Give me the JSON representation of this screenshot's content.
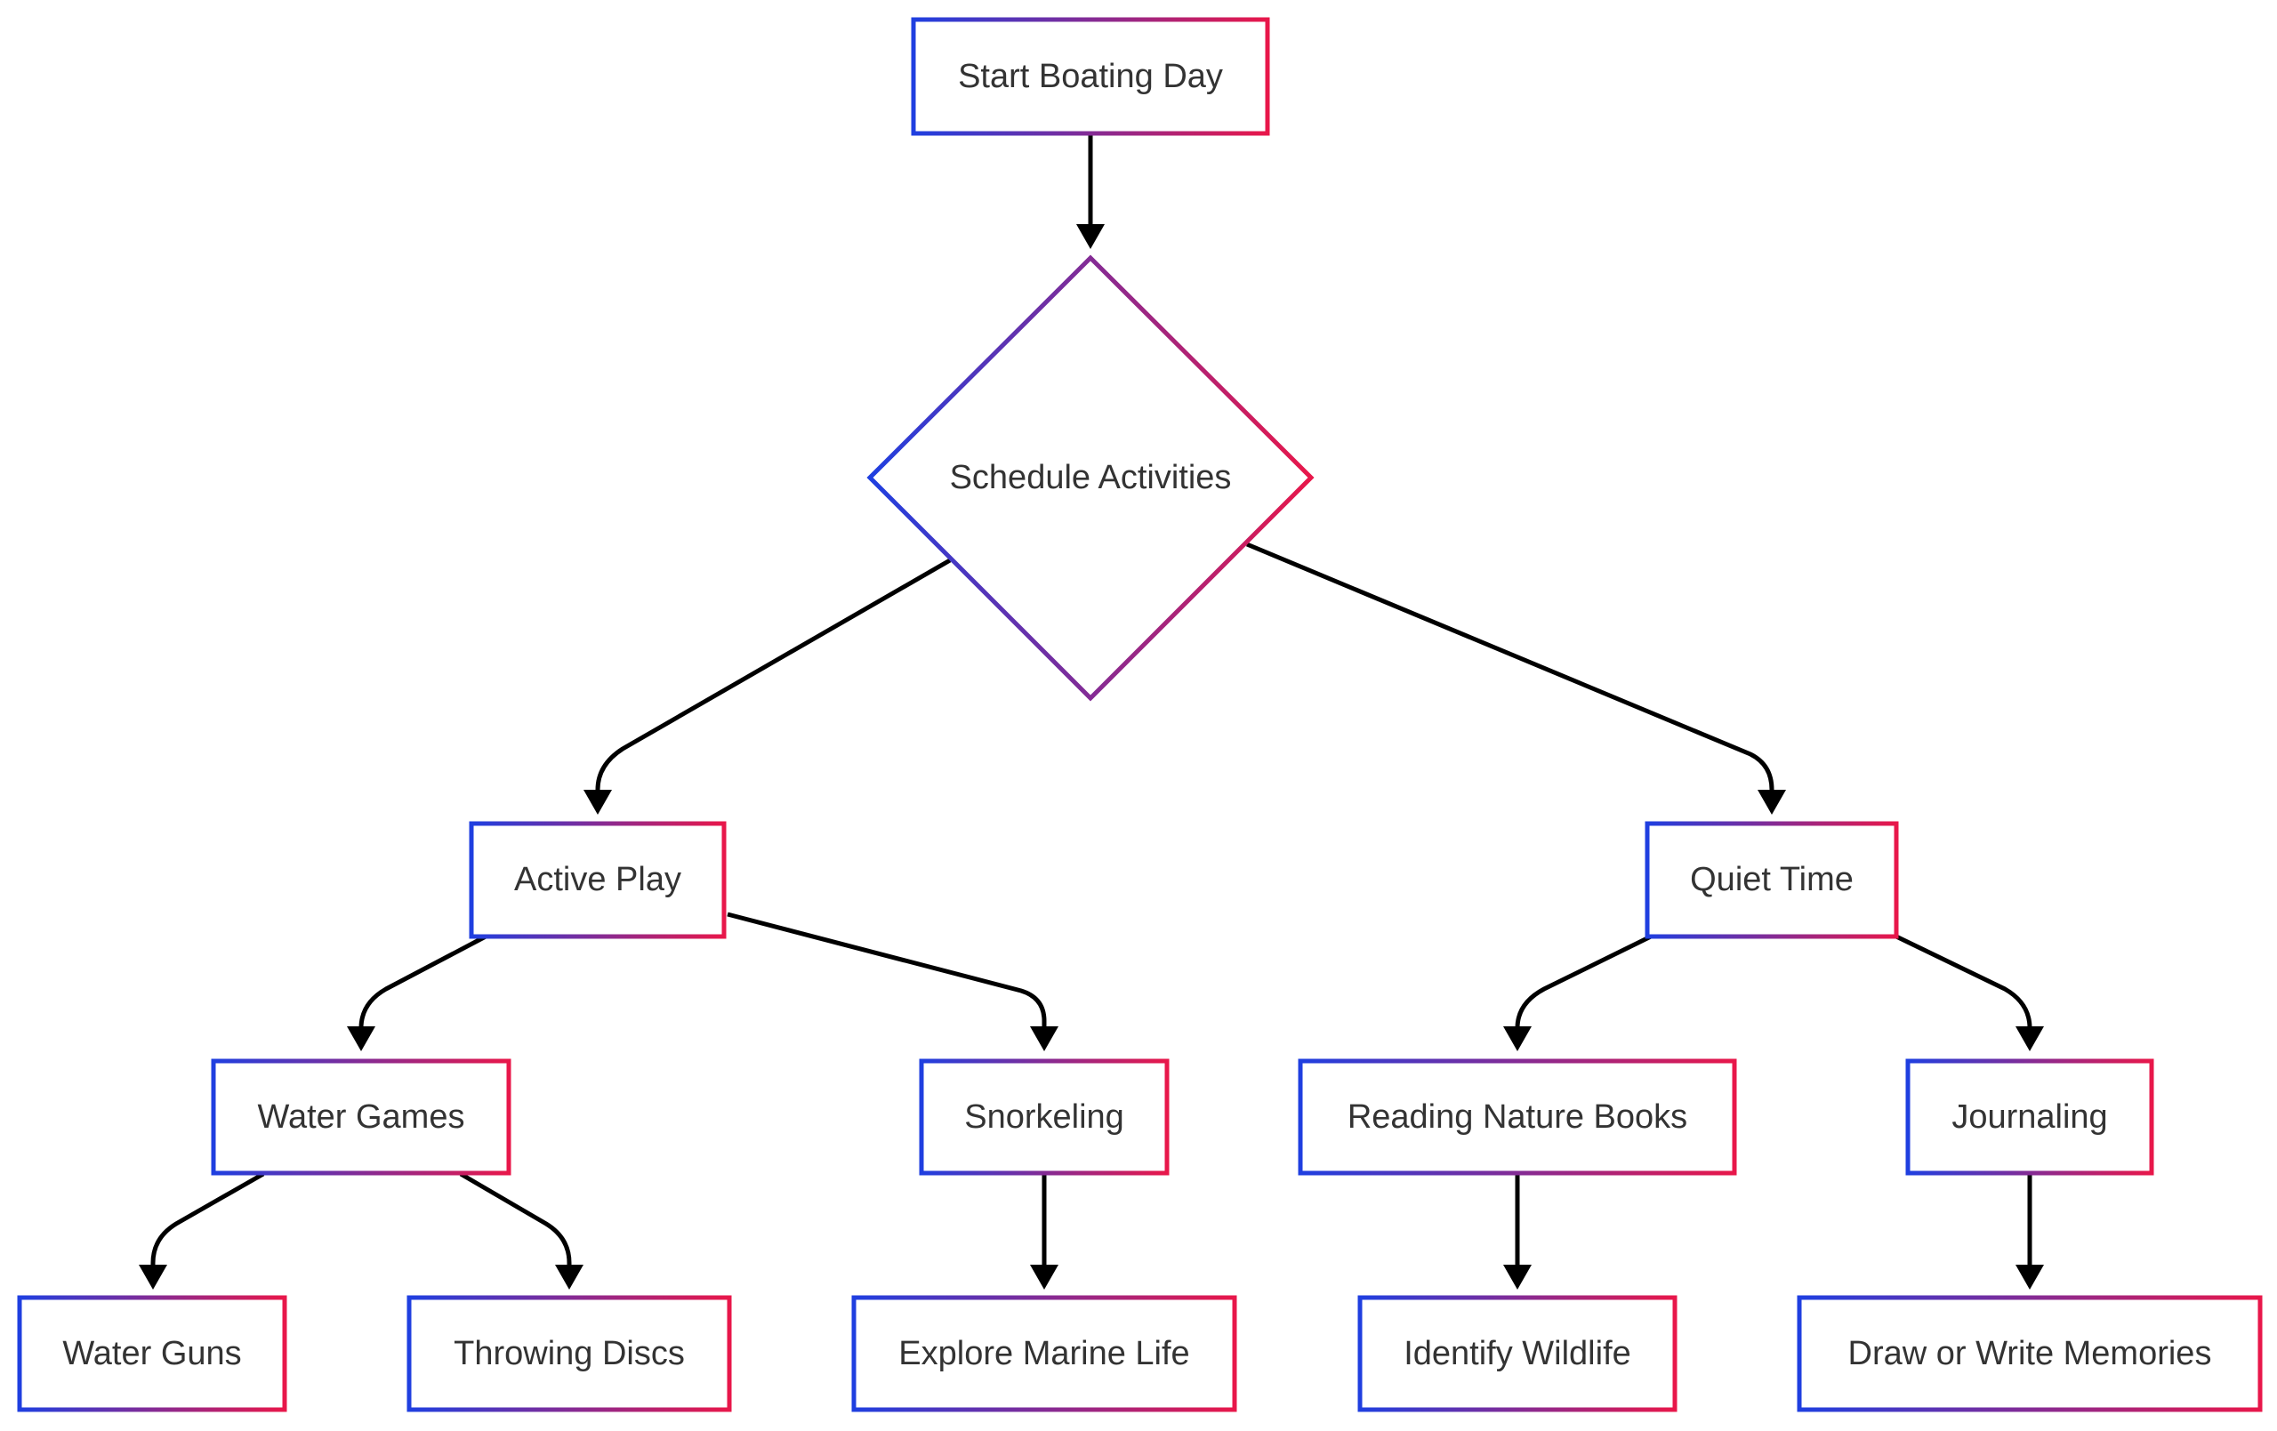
{
  "colors": {
    "gradient_start": "#1f3fe0",
    "gradient_end": "#e8174a",
    "edge": "#000000",
    "text": "#333333",
    "background": "#ffffff"
  },
  "nodes": {
    "start": {
      "label": "Start Boating Day",
      "shape": "rect"
    },
    "schedule": {
      "label": "Schedule Activities",
      "shape": "diamond"
    },
    "active": {
      "label": "Active Play",
      "shape": "rect"
    },
    "quiet": {
      "label": "Quiet Time",
      "shape": "rect"
    },
    "water_games": {
      "label": "Water Games",
      "shape": "rect"
    },
    "snorkeling": {
      "label": "Snorkeling",
      "shape": "rect"
    },
    "reading": {
      "label": "Reading Nature Books",
      "shape": "rect"
    },
    "journaling": {
      "label": "Journaling",
      "shape": "rect"
    },
    "water_guns": {
      "label": "Water Guns",
      "shape": "rect"
    },
    "throwing_discs": {
      "label": "Throwing Discs",
      "shape": "rect"
    },
    "explore_marine": {
      "label": "Explore Marine Life",
      "shape": "rect"
    },
    "identify_wildlife": {
      "label": "Identify Wildlife",
      "shape": "rect"
    },
    "draw_write": {
      "label": "Draw or Write Memories",
      "shape": "rect"
    }
  },
  "edges": [
    {
      "from": "start",
      "to": "schedule"
    },
    {
      "from": "schedule",
      "to": "active"
    },
    {
      "from": "schedule",
      "to": "quiet"
    },
    {
      "from": "active",
      "to": "water_games"
    },
    {
      "from": "active",
      "to": "snorkeling"
    },
    {
      "from": "quiet",
      "to": "reading"
    },
    {
      "from": "quiet",
      "to": "journaling"
    },
    {
      "from": "water_games",
      "to": "water_guns"
    },
    {
      "from": "water_games",
      "to": "throwing_discs"
    },
    {
      "from": "snorkeling",
      "to": "explore_marine"
    },
    {
      "from": "reading",
      "to": "identify_wildlife"
    },
    {
      "from": "journaling",
      "to": "draw_write"
    }
  ]
}
